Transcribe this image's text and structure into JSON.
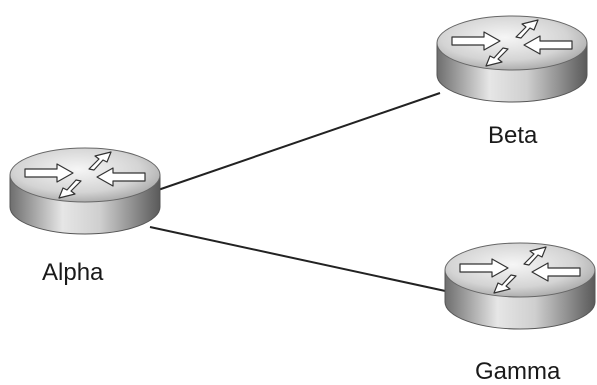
{
  "diagram": {
    "routers": [
      {
        "id": "alpha",
        "label": "Alpha"
      },
      {
        "id": "beta",
        "label": "Beta"
      },
      {
        "id": "gamma",
        "label": "Gamma"
      }
    ],
    "links": [
      {
        "from": "alpha",
        "to": "beta"
      },
      {
        "from": "alpha",
        "to": "gamma"
      }
    ],
    "icon": "router-icon"
  }
}
